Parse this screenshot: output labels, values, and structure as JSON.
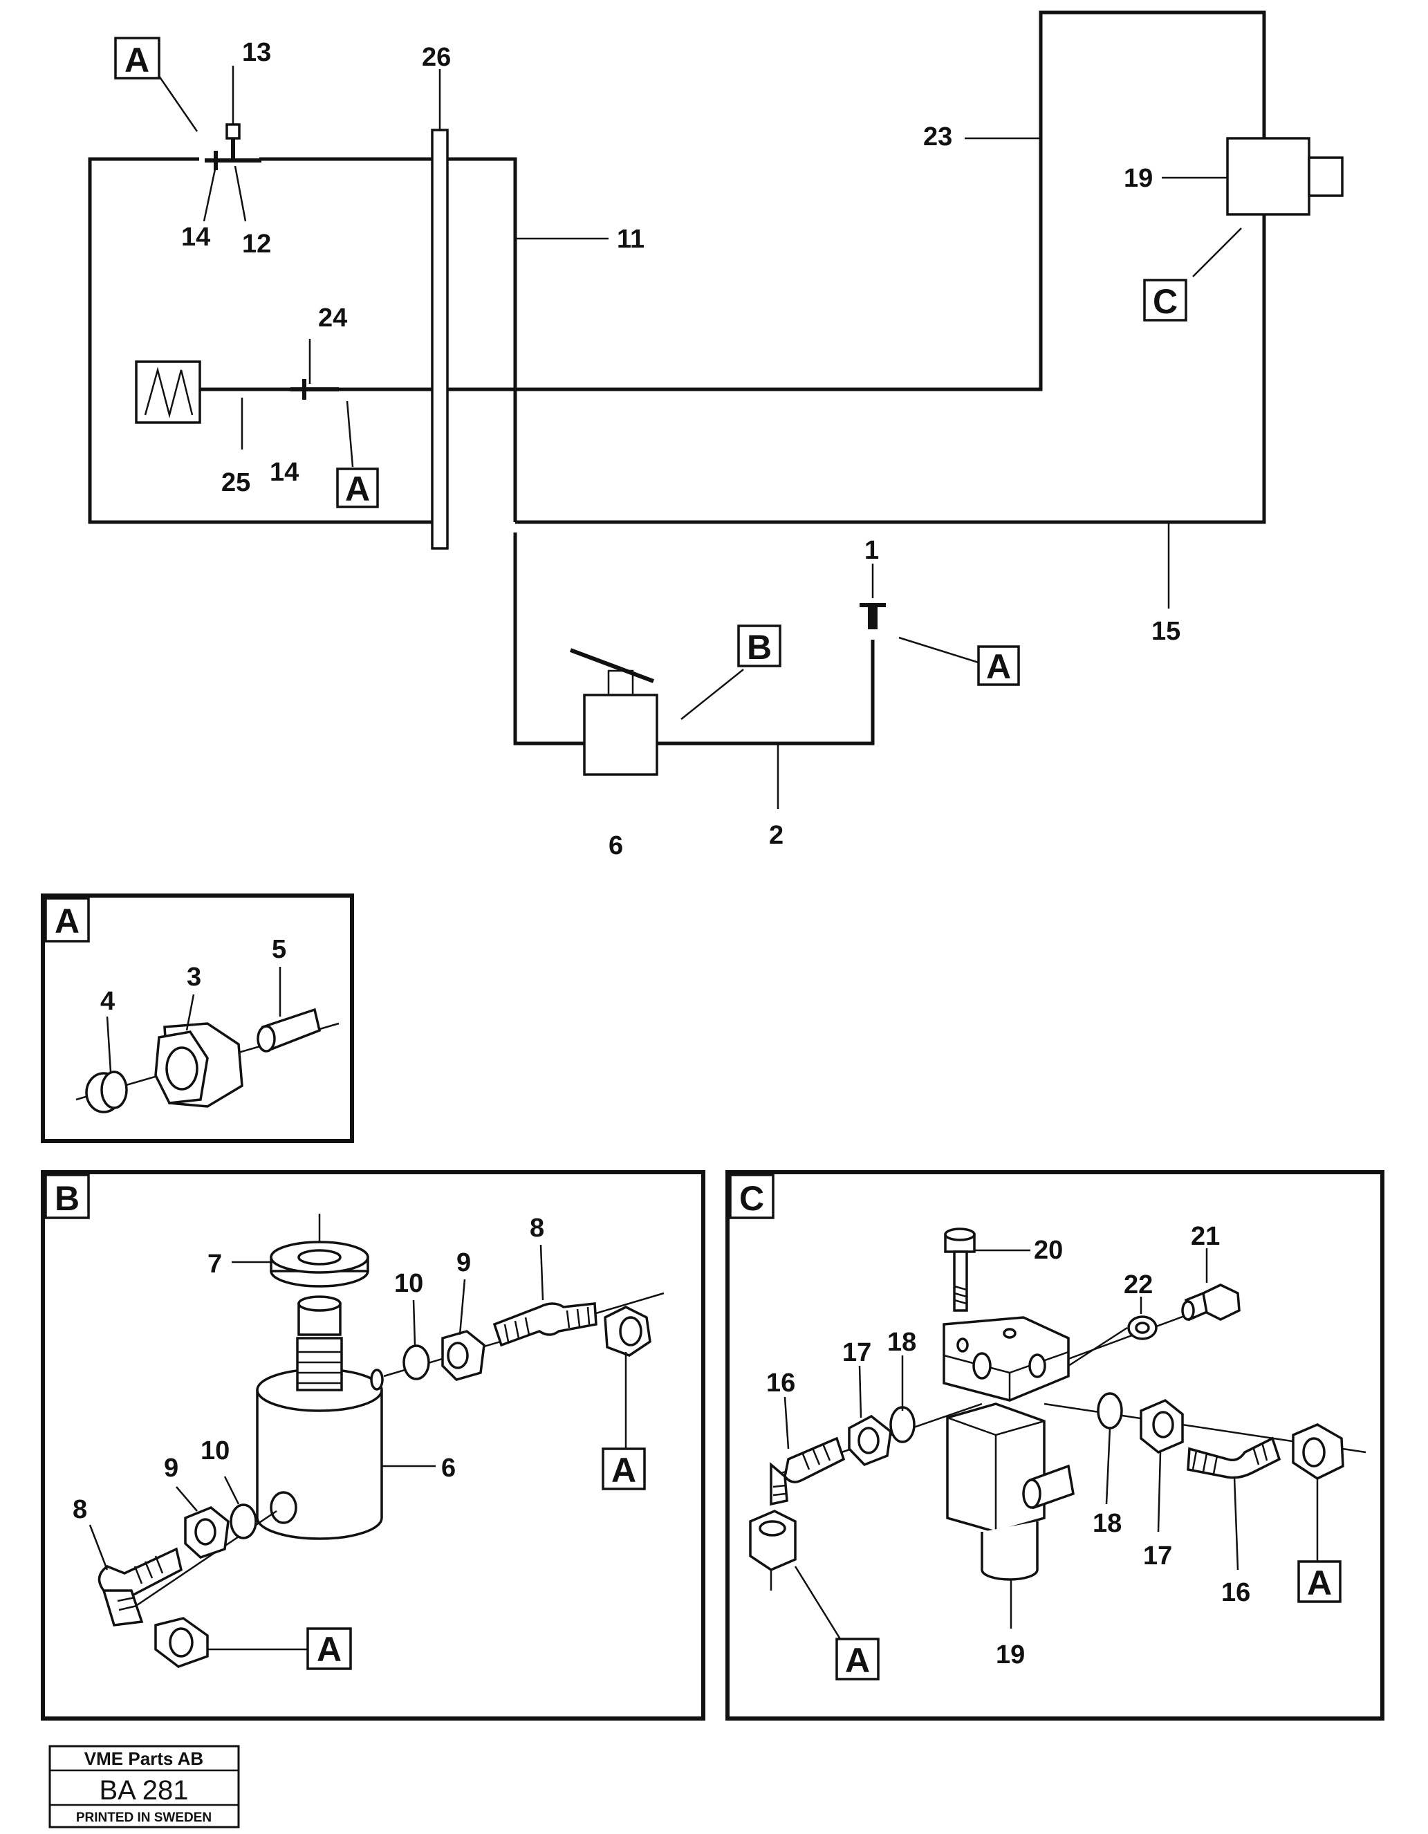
{
  "callouts": {
    "c1": "1",
    "c2": "2",
    "c3": "3",
    "c4": "4",
    "c5": "5",
    "c6": "6",
    "c7": "7",
    "c8": "8",
    "c9": "9",
    "c10": "10",
    "c11": "11",
    "c12": "12",
    "c13": "13",
    "c14": "14",
    "c15": "15",
    "c16": "16",
    "c17": "17",
    "c18": "18",
    "c19": "19",
    "c20": "20",
    "c21": "21",
    "c22": "22",
    "c23": "23",
    "c24": "24",
    "c25": "25",
    "c26": "26"
  },
  "detail_tags": {
    "a": "A",
    "b": "B",
    "c": "C"
  },
  "title_block": {
    "company": "VME Parts AB",
    "code": "BA 281",
    "printed": "PRINTED IN SWEDEN"
  }
}
